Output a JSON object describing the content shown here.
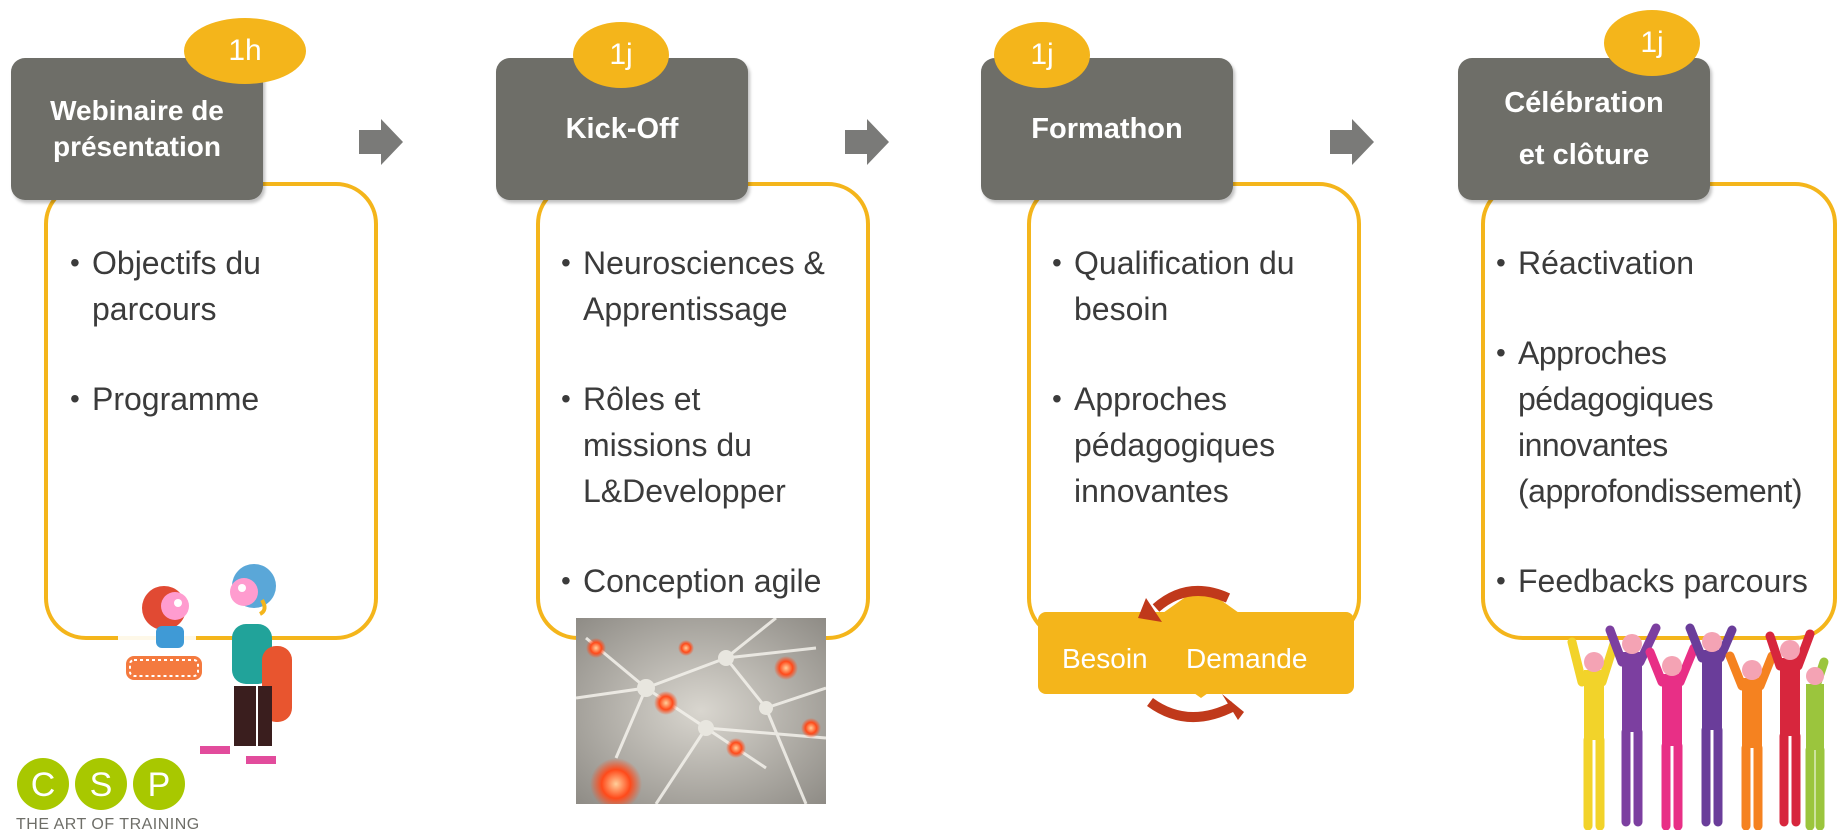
{
  "colors": {
    "accent": "#f4b51b",
    "header_bg": "#6e6e68",
    "text": "#3b3b3b",
    "logo_green": "#a8c800"
  },
  "steps": [
    {
      "duration": "1h",
      "title_lines": [
        "Webinaire de",
        "présentation"
      ],
      "bullets": [
        "Objectifs du parcours",
        "Programme"
      ]
    },
    {
      "duration": "1j",
      "title_lines": [
        "Kick-Off"
      ],
      "bullets": [
        "Neurosciences & Apprentissage",
        "Rôles et missions du L&Developper",
        "Conception agile"
      ]
    },
    {
      "duration": "1j",
      "title_lines": [
        "Formathon"
      ],
      "bullets": [
        "Qualification du besoin",
        "Approches pédagogiques innovantes"
      ]
    },
    {
      "duration": "1j",
      "title_lines": [
        "Célébration",
        "et clôture"
      ],
      "bullets": [
        "Réactivation",
        "Approches pédagogiques innovantes (approfondissement)",
        "Feedbacks parcours"
      ]
    }
  ],
  "formathon_graphic": {
    "left_label": "Besoin",
    "right_label": "Demande"
  },
  "logo": {
    "letters": [
      "C",
      "S",
      "P"
    ],
    "tagline": "THE ART OF TRAINING"
  }
}
